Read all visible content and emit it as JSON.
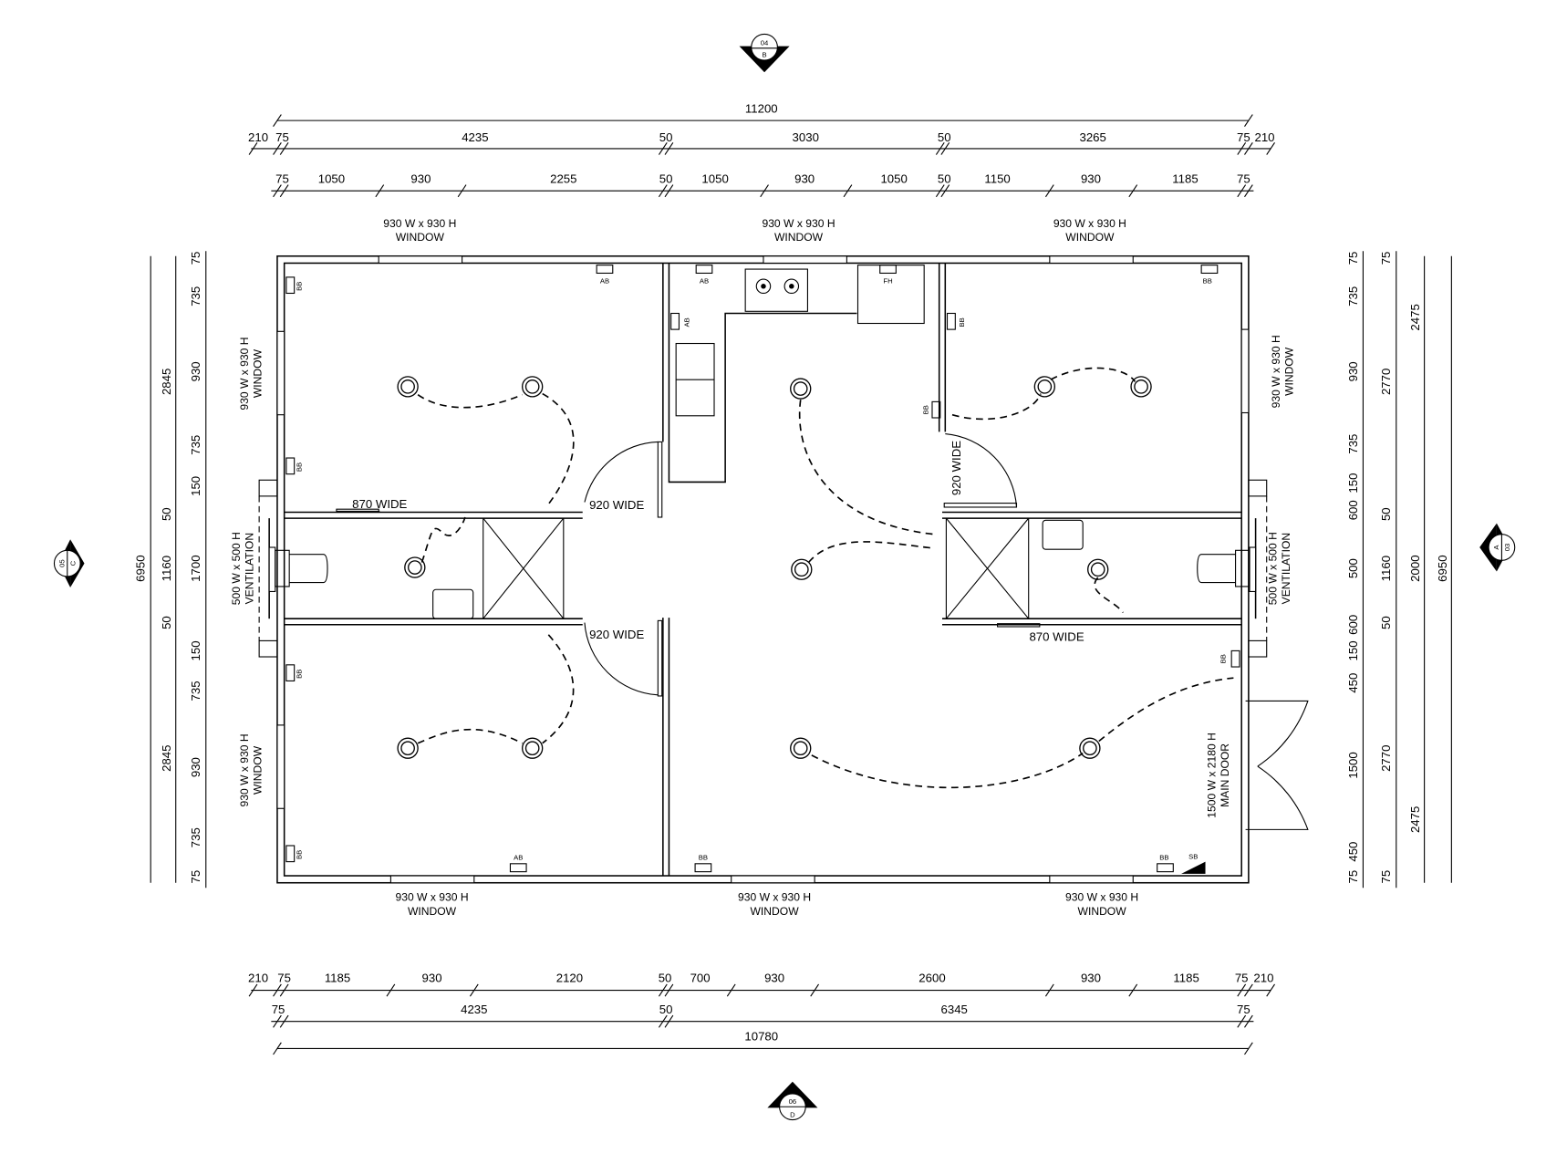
{
  "dimensions": {
    "top_overall": [
      "11200"
    ],
    "top_row2": [
      "210",
      "75",
      "4235",
      "50",
      "3030",
      "50",
      "3265",
      "75",
      "210"
    ],
    "top_row3": [
      "75",
      "1050",
      "930",
      "2255",
      "50",
      "1050",
      "930",
      "1050",
      "50",
      "1150",
      "930",
      "1185",
      "75"
    ],
    "bottom_row1": [
      "210",
      "75",
      "1185",
      "930",
      "2120",
      "50",
      "700",
      "930",
      "2600",
      "930",
      "1185",
      "75",
      "210"
    ],
    "bottom_row2": [
      "75",
      "4235",
      "50",
      "6345",
      "75"
    ],
    "bottom_overall": [
      "10780"
    ],
    "left_inner": [
      "75",
      "735",
      "930",
      "735",
      "150",
      "1700",
      "150",
      "735",
      "930",
      "735",
      "75"
    ],
    "left_middle": [
      "2845",
      "50",
      "1160",
      "50",
      "2845"
    ],
    "left_outer": [
      "6950"
    ],
    "right_inner": [
      "75",
      "735",
      "930",
      "735",
      "150",
      "600",
      "500",
      "600",
      "150",
      "450",
      "1500",
      "450",
      "75"
    ],
    "right_col2": [
      "75",
      "2770",
      "50",
      "1160",
      "50",
      "2770",
      "75"
    ],
    "right_col3": [
      "2475",
      "2000",
      "2475"
    ],
    "right_outer": [
      "6950"
    ]
  },
  "openings": {
    "window_size": "930 W x 930 H",
    "window_label": "WINDOW",
    "vent_size": "500 W x 500 H",
    "vent_label": "VENTILATION",
    "main_door_size": "1500 W x 2180 H",
    "main_door_label": "MAIN DOOR",
    "doors": [
      "870 WIDE",
      "920 WIDE",
      "920 WIDE",
      "920 WIDE",
      "870 WIDE"
    ]
  },
  "fixtures": {
    "bb": "BB",
    "ab": "AB",
    "fh": "FH",
    "sb": "SB"
  },
  "section_markers": {
    "top": {
      "num": "04",
      "letter": "B"
    },
    "bottom": {
      "num": "06",
      "letter": "D"
    },
    "left": {
      "num": "05",
      "letter": "C"
    },
    "right": {
      "num": "03",
      "letter": "A"
    }
  }
}
